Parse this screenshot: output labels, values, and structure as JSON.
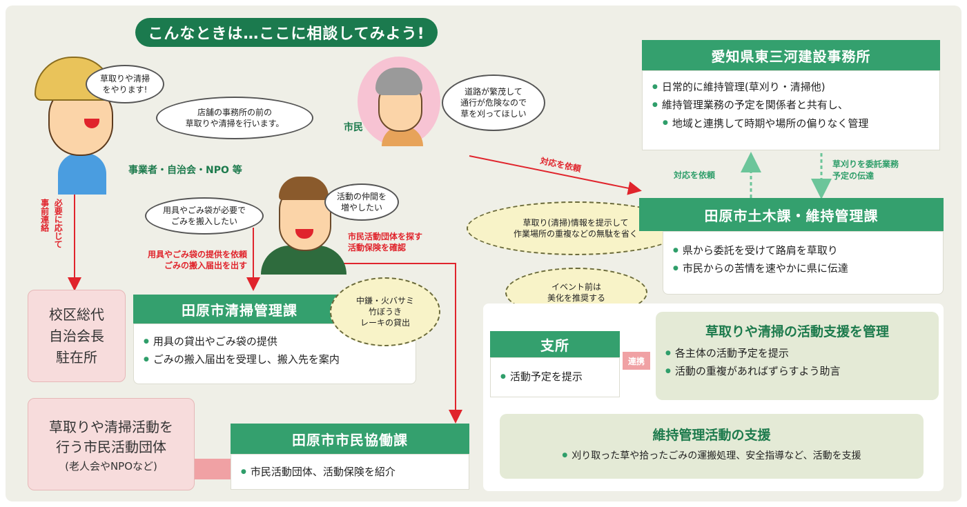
{
  "title": "こんなときは…ここに相談してみよう!",
  "people": {
    "business_label": "事業者・自治会・NPO 等",
    "citizen_label": "市民",
    "speech": {
      "b1": [
        "草取りや清掃",
        "をやります!"
      ],
      "b2": [
        "店舗の事務所の前の",
        "草取りや清掃を行います。"
      ],
      "b3": [
        "道路が繁茂して",
        "通行が危険なので",
        "草を刈ってほしい"
      ],
      "b4": [
        "活動の仲間を",
        "増やしたい"
      ],
      "b5": [
        "用具やごみ袋が必要で",
        "ごみを搬入したい"
      ]
    }
  },
  "arrows": {
    "prior_contact": [
      "必要に応じて",
      "事前連絡"
    ],
    "supply_request": [
      "用具やごみ袋の提供を依頼",
      "ごみの搬入届出を出す"
    ],
    "find_group": [
      "市民活動団体を探す",
      "活動保険を確認"
    ],
    "request_response": "対応を依頼",
    "request_dept": "対応を依頼",
    "outsourcing": [
      "草刈りを委託業務",
      "予定の伝達"
    ],
    "renkei": "連携"
  },
  "dashed_bubbles": {
    "share_info": [
      "草取り(清掃)情報を提示して",
      "作業場所の重複などの無駄を省く"
    ],
    "event": [
      "イベント前は",
      "美化を推奨する"
    ],
    "tools": [
      "中鎌・火バサミ",
      "竹ぼうき",
      "レーキの貸出"
    ]
  },
  "pink_boxes": {
    "school_district": [
      "校区総代",
      "自治会長",
      "駐在所"
    ],
    "citizen_group": [
      "草取りや清掃活動を",
      "行う市民活動団体",
      "(老人会やNPOなど)"
    ]
  },
  "orgs": {
    "aichi": {
      "name": "愛知県東三河建設事務所",
      "items": [
        "日常的に維持管理(草刈り・清掃他)",
        "維持管理業務の予定を関係者と共有し、",
        "地域と連携して時期や場所の偏りなく管理"
      ]
    },
    "doboku": {
      "name": "田原市土木課・維持管理課",
      "items": [
        "県から委託を受けて路肩を草取り",
        "市民からの苦情を速やかに県に伝達"
      ]
    },
    "seiso": {
      "name": "田原市清掃管理課",
      "items": [
        "用具の貸出やごみ袋の提供",
        "ごみの搬入届出を受理し、搬入先を案内"
      ]
    },
    "kyodo": {
      "name": "田原市市民協働課",
      "items": [
        "市民活動団体、活動保険を紹介"
      ]
    },
    "shisho": {
      "name": "支所",
      "items": [
        "活動予定を提示"
      ]
    }
  },
  "supports": {
    "manage": {
      "title": "草取りや清掃の活動支援を管理",
      "items": [
        "各主体の活動予定を提示",
        "活動の重複があればずらすよう助言"
      ]
    },
    "maintenance": {
      "title": "維持管理活動の支援",
      "items": [
        "刈り取った草や拾ったごみの運搬処理、安全指導など、活動を支援"
      ]
    }
  },
  "colors": {
    "dark_green": "#1b7a4e",
    "green": "#34a06e",
    "red": "#e0242c",
    "pink": "#f7dcdc",
    "cream": "#f8f3c8",
    "background": "#efefe7"
  }
}
